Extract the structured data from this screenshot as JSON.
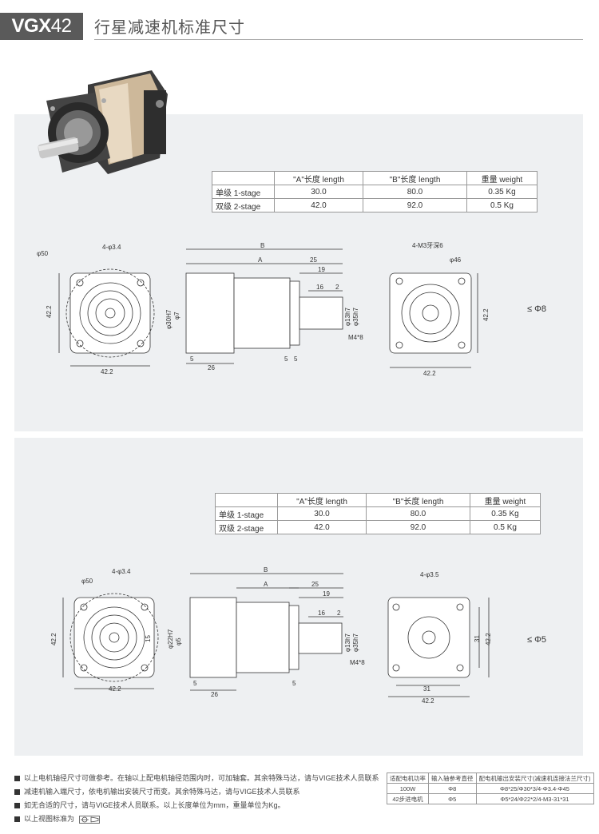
{
  "header": {
    "model_bold": "VGX",
    "model_thin": "42",
    "title": "行星减速机标准尺寸"
  },
  "section1": {
    "spec_headers": [
      "",
      "\"A\"长度 length",
      "\"B\"长度 length",
      "重量 weight"
    ],
    "spec_rows": [
      [
        "单级 1-stage",
        "30.0",
        "80.0",
        "0.35 Kg"
      ],
      [
        "双级 2-stage",
        "42.0",
        "92.0",
        "0.5 Kg"
      ]
    ],
    "front": {
      "d1": "φ50",
      "holes": "4-φ3.4",
      "h": "42.2",
      "w": "42.2"
    },
    "side": {
      "B": "B",
      "A": "A",
      "d25": "25",
      "d19": "19",
      "d16": "16",
      "d2": "2",
      "h7": "φ30H7",
      "d7": "φ7",
      "f5a": "5",
      "f5b": "5",
      "f5c": "5",
      "d26": "26",
      "s13": "φ13h7",
      "s35": "φ35h7",
      "m4": "M4*8"
    },
    "rear": {
      "tap": "4-M3牙深6",
      "d46": "φ46",
      "h": "42.2",
      "w": "42.2"
    },
    "shaft_label": "≤ Φ8"
  },
  "section2": {
    "spec_headers": [
      "",
      "\"A\"长度 length",
      "\"B\"长度 length",
      "重量 weight"
    ],
    "spec_rows": [
      [
        "单级 1-stage",
        "30.0",
        "80.0",
        "0.35 Kg"
      ],
      [
        "双级 2-stage",
        "42.0",
        "92.0",
        "0.5 Kg"
      ]
    ],
    "front": {
      "d1": "φ50",
      "holes": "4-φ3.4",
      "h": "42.2",
      "w": "42.2",
      "r": "15"
    },
    "side": {
      "B": "B",
      "A": "A",
      "d25": "25",
      "d19": "19",
      "d16": "16",
      "d2": "2",
      "h7": "φ22H7",
      "d7": "φ5",
      "f5a": "5",
      "f5b": "5",
      "d26": "26",
      "s13": "φ13h7",
      "s35": "φ35h7",
      "m4": "M4*8"
    },
    "rear": {
      "holes": "4-φ3.5",
      "d31a": "31",
      "d31b": "31",
      "h": "42.2",
      "w": "42.2"
    },
    "shaft_label": "≤ Φ5"
  },
  "notes": [
    "以上电机轴径尺寸可做参考。在轴以上配电机轴径范围内时，可加轴套。其余特殊马达，请与VIGE技术人员联系",
    "减速机输入端尺寸，依电机输出安装尺寸而变。其余特殊马达，请与VIGE技术人员联系",
    "如无合适的尺寸，请与VIGE技术人员联系。以上长度单位为mm，重量单位为Kg。",
    "以上视图标准为"
  ],
  "motor_table": {
    "headers": [
      "适配电机功率",
      "输入轴参考直径",
      "配电机输出安装尺寸(减速机连接法兰尺寸)"
    ],
    "rows": [
      [
        "100W",
        "Φ8",
        "Φ8*25/Φ30*3/4-Φ3.4-Φ45"
      ],
      [
        "42步进电机",
        "Φ5",
        "Φ5*24/Φ22*2/4-M3-31*31"
      ]
    ]
  }
}
